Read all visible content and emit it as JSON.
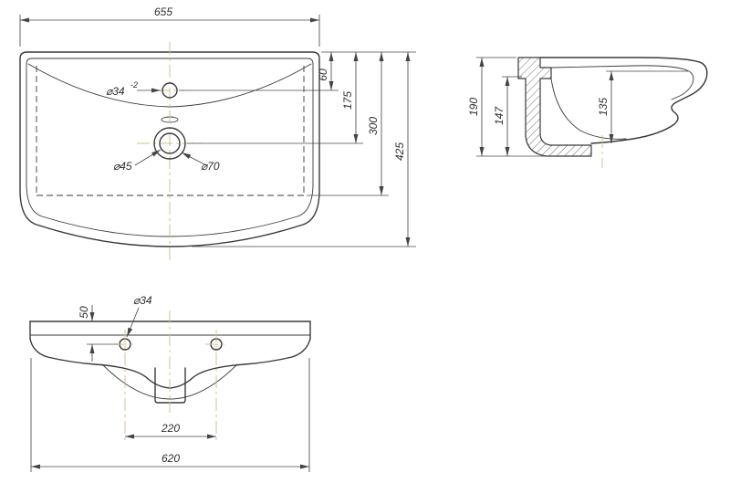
{
  "views": {
    "plan": {
      "width": "655",
      "to_faucet": "60",
      "to_drain": "175",
      "to_back": "300",
      "depth": "425",
      "faucet_dia": "⌀34",
      "faucet_tol": "-2",
      "drain_dia": "⌀45",
      "drain_flange_dia": "⌀70"
    },
    "section": {
      "height": "190",
      "inner_height": "147",
      "bowl_depth": "135"
    },
    "front": {
      "hole_offset": "50",
      "hole_dia": "⌀34",
      "hole_spacing": "220",
      "base_width": "620"
    }
  }
}
